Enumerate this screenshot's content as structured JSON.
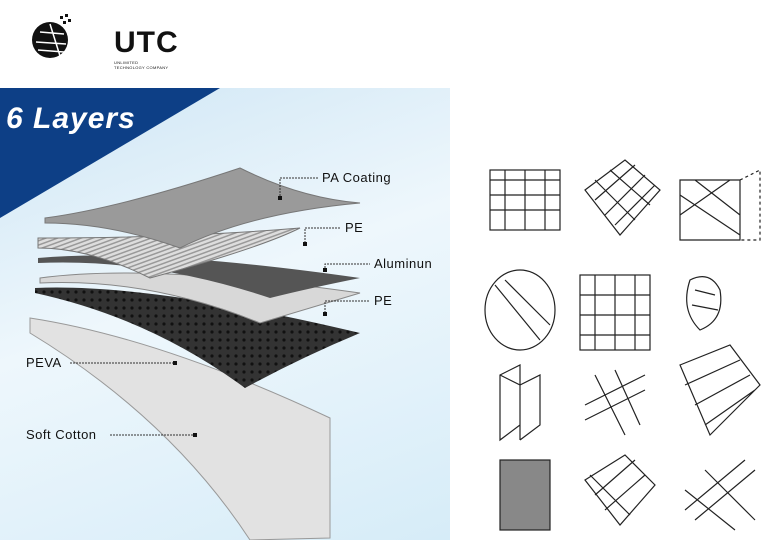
{
  "logo": {
    "name": "UTC",
    "tagline": "UNLIMITED TECHNOLOGY COMPANY"
  },
  "diagram": {
    "title": "6 Layers",
    "layers": [
      {
        "label": "PA Coating"
      },
      {
        "label": "PE"
      },
      {
        "label": "Aluminun"
      },
      {
        "label": "PE"
      },
      {
        "label": "PEVA"
      },
      {
        "label": "Soft Cotton"
      }
    ]
  },
  "colors": {
    "banner": "#0d3f86",
    "panel": "#dcedf8"
  }
}
